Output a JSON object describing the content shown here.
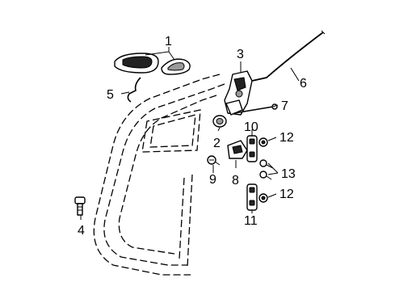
{
  "diagram": {
    "callouts": [
      "1",
      "2",
      "3",
      "4",
      "5",
      "6",
      "7",
      "8",
      "9",
      "10",
      "11",
      "12",
      "12",
      "13"
    ]
  }
}
